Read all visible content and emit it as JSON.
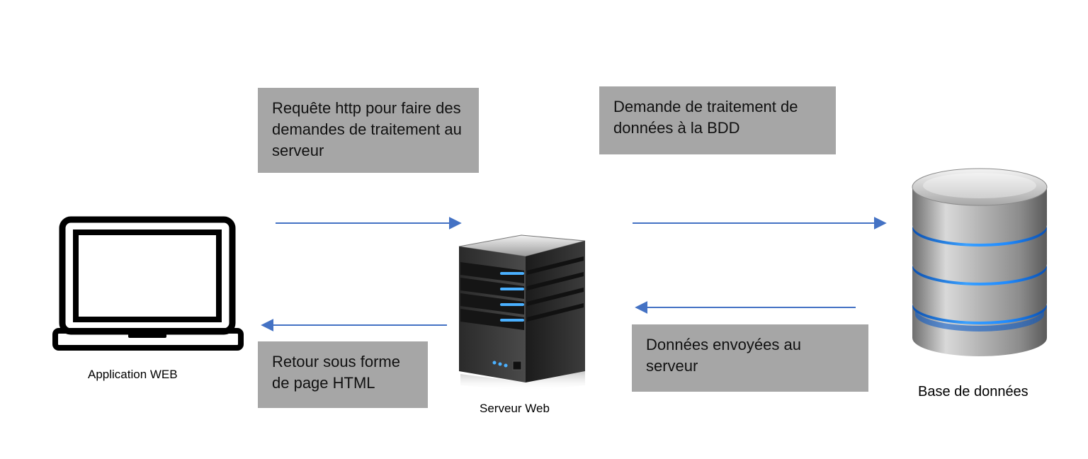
{
  "boxes": {
    "request": "Requête http pour faire des demandes de traitement au serveur",
    "db_request": "Demande de traitement de données à la BDD",
    "response": "Retour sous forme de page HTML",
    "db_response": "Données envoyées au serveur"
  },
  "labels": {
    "client": "Application WEB",
    "server": "Serveur Web",
    "database": "Base de données"
  },
  "icons": {
    "client": "laptop-icon",
    "server": "server-tower-icon",
    "database": "database-icon"
  },
  "colors": {
    "arrow": "#4472c4",
    "box": "#a6a6a6",
    "db_glow": "#1f8bff"
  }
}
